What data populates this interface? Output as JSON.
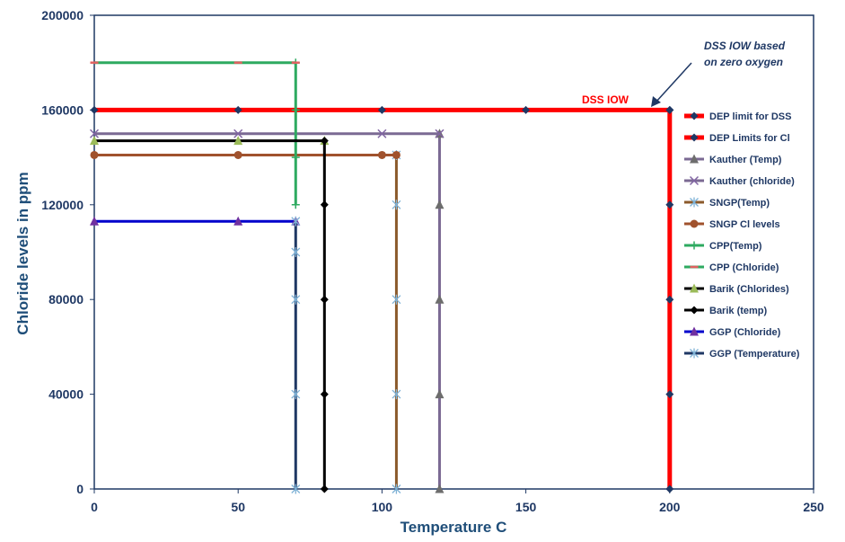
{
  "chart_data": {
    "type": "line",
    "title": "",
    "xlabel": "Temperature C",
    "ylabel": "Chloride levels in ppm",
    "xlim": [
      0,
      250
    ],
    "ylim": [
      0,
      200000
    ],
    "x_ticks": [
      "0",
      "50",
      "100",
      "150",
      "200",
      "250"
    ],
    "y_ticks": [
      "0",
      "40000",
      "80000",
      "120000",
      "160000",
      "200000"
    ],
    "grid": false,
    "legend_position": "right",
    "annotations": {
      "dss_iow": "DSS IOW",
      "dss_note_line1": "DSS IOW based",
      "dss_note_line2": "on zero oxygen"
    },
    "series": [
      {
        "name": "DEP limit for DSS",
        "color": "#ff0000",
        "marker": "diamond",
        "marker_color": "#1f3864",
        "x": [
          200,
          200,
          200,
          200,
          200
        ],
        "y": [
          0,
          40000,
          80000,
          120000,
          160000
        ]
      },
      {
        "name": "DEP Limits for Cl",
        "color": "#ff0000",
        "marker": "diamond",
        "marker_color": "#1f3864",
        "x": [
          0,
          50,
          100,
          150,
          200
        ],
        "y": [
          160000,
          160000,
          160000,
          160000,
          160000
        ]
      },
      {
        "name": "Kauther (Temp)",
        "color": "#7b6a93",
        "marker": "triangle",
        "marker_color": "#6d6d6d",
        "x": [
          120,
          120,
          120,
          120,
          120
        ],
        "y": [
          0,
          40000,
          80000,
          120000,
          150000
        ]
      },
      {
        "name": "Kauther (chloride)",
        "color": "#7b6a93",
        "marker": "x",
        "marker_color": "#8064a2",
        "x": [
          0,
          50,
          100,
          120
        ],
        "y": [
          150000,
          150000,
          150000,
          150000
        ]
      },
      {
        "name": "SNGP(Temp)",
        "color": "#8b5a2b",
        "marker": "asterisk",
        "marker_color": "#7fb2d6",
        "x": [
          105,
          105,
          105,
          105,
          105
        ],
        "y": [
          0,
          40000,
          80000,
          120000,
          141000
        ]
      },
      {
        "name": "SNGP Cl levels",
        "color": "#a0522d",
        "marker": "circle",
        "marker_color": "#a0522d",
        "x": [
          0,
          50,
          100,
          105
        ],
        "y": [
          141000,
          141000,
          141000,
          141000
        ]
      },
      {
        "name": "CPP(Temp)",
        "color": "#2eaa60",
        "marker": "plus",
        "marker_color": "#2eaa60",
        "x": [
          70,
          70,
          70,
          70
        ],
        "y": [
          120000,
          140000,
          160000,
          180000
        ]
      },
      {
        "name": "CPP (Chloride)",
        "color": "#2eaa60",
        "marker": "dash",
        "marker_color": "#e06060",
        "x": [
          0,
          50,
          70
        ],
        "y": [
          180000,
          180000,
          180000
        ]
      },
      {
        "name": "Barik (Chlorides)",
        "color": "#000000",
        "marker": "triangle",
        "marker_color": "#9bbb59",
        "x": [
          0,
          50,
          80
        ],
        "y": [
          147000,
          147000,
          147000
        ]
      },
      {
        "name": "Barik (temp)",
        "color": "#000000",
        "marker": "diamond",
        "marker_color": "#000000",
        "x": [
          80,
          80,
          80,
          80,
          80
        ],
        "y": [
          0,
          40000,
          80000,
          120000,
          147000
        ]
      },
      {
        "name": "GGP (Chloride)",
        "color": "#0000cc",
        "marker": "triangle",
        "marker_color": "#7030a0",
        "x": [
          0,
          50,
          70
        ],
        "y": [
          113000,
          113000,
          113000
        ]
      },
      {
        "name": "GGP (Temperature)",
        "color": "#1f3864",
        "marker": "asterisk",
        "marker_color": "#7fb2d6",
        "x": [
          70,
          70,
          70,
          70,
          70
        ],
        "y": [
          0,
          40000,
          80000,
          100000,
          113000
        ]
      }
    ]
  }
}
